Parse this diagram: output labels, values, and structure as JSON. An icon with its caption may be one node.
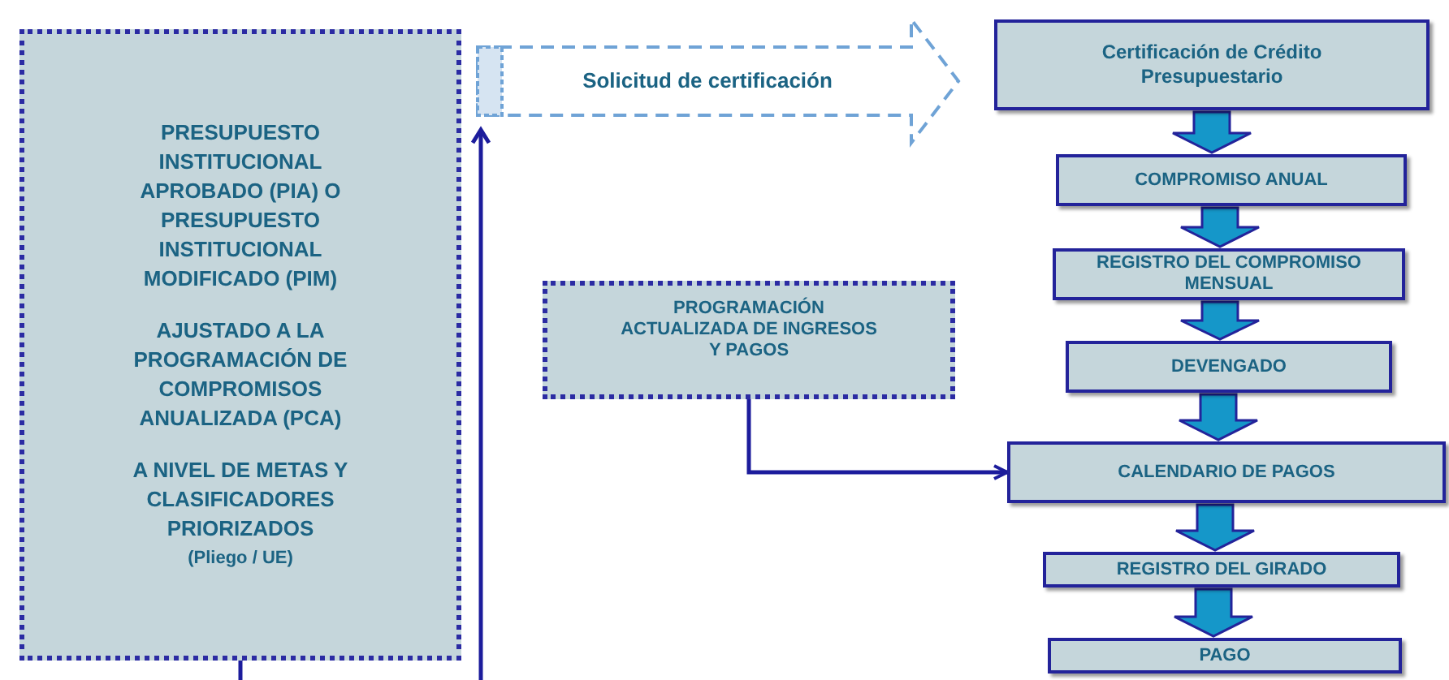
{
  "diagram": {
    "nodes": [
      {
        "text": [
          "PRESUPUESTO INSTITUCIONAL APROBADO (PIA) O PRESUPUESTO INSTITUCIONAL MODIFICADO (PIM)",
          "AJUSTADO A LA PROGRAMACIÓN DE COMPROMISOS ANUALIZADA (PCA)",
          "A NIVEL DE METAS Y CLASIFICADORES PRIORIZADOS",
          "(Pliego / UE)"
        ]
      },
      {
        "text": [
          "Certificación de Crédito Presupuestario"
        ]
      },
      {
        "text": [
          "COMPROMISO ANUAL"
        ]
      },
      {
        "text": [
          "REGISTRO DEL COMPROMISO MENSUAL"
        ]
      },
      {
        "text": [
          "PROGRAMACIÓN ACTUALIZADA DE INGRESOS Y PAGOS"
        ]
      },
      {
        "text": [
          "DEVENGADO"
        ]
      },
      {
        "text": [
          "CALENDARIO DE PAGOS"
        ]
      },
      {
        "text": [
          "REGISTRO DEL GIRADO"
        ]
      },
      {
        "text": [
          "PAGO"
        ]
      }
    ],
    "edges": [
      {
        "from": 0,
        "to": 1,
        "arrow": "to",
        "label": "Solicitud de certificación",
        "style": "dashed",
        "color": "#6fa3d6"
      },
      {
        "from": 1,
        "to": 2,
        "arrow": "to",
        "style": "thick"
      },
      {
        "from": 2,
        "to": 3,
        "arrow": "to",
        "style": "thick"
      },
      {
        "from": 3,
        "to": 5,
        "arrow": "to",
        "style": "thick"
      },
      {
        "from": 5,
        "to": 6,
        "arrow": "to",
        "style": "thick"
      },
      {
        "from": 6,
        "to": 7,
        "arrow": "to",
        "style": "thick"
      },
      {
        "from": 7,
        "to": 8,
        "arrow": "to",
        "style": "thick"
      },
      {
        "from": 4,
        "to": 6,
        "arrow": "to",
        "color": "#1c1c9c"
      },
      {
        "from": 0,
        "to": null,
        "arrow": "none",
        "color": "#1c1c9c"
      }
    ]
  }
}
